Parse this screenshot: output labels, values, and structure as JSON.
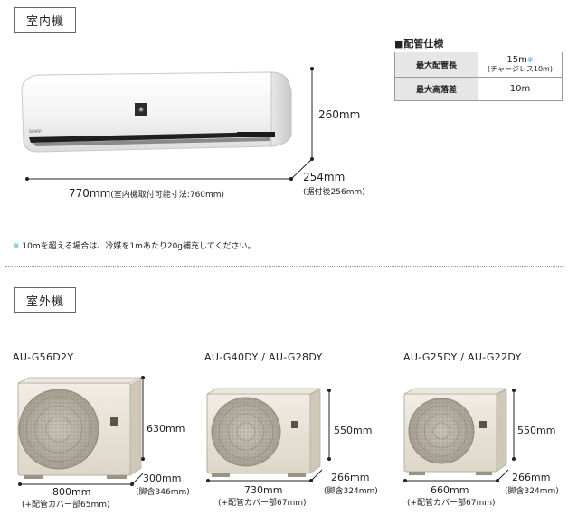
{
  "indoor": {
    "section_label": "室内機",
    "height_dim": "260mm",
    "width_dim": "770mm",
    "width_note": "(室内機取付可能寸法:760mm)",
    "depth_dim": "254mm",
    "depth_note": "(据付後256mm)",
    "brand_text": "SHARP"
  },
  "piping": {
    "title": "■配管仕様",
    "rows": [
      {
        "label": "最大配管長",
        "value": "15m",
        "value_mark": "※",
        "value_sub": "(チャージレス10m)"
      },
      {
        "label": "最大高落差",
        "value": "10m"
      }
    ]
  },
  "note": {
    "mark": "※",
    "text": " 10mを超える場合は、冷媒を1mあたり20g補充してください。"
  },
  "outdoor": {
    "section_label": "室外機",
    "units": [
      {
        "model": "AU-G56D2Y",
        "height": "630mm",
        "width": "800mm",
        "width_note": "(+配管カバー部65mm)",
        "depth": "300mm",
        "depth_note": "(脚含346mm)"
      },
      {
        "model": "AU-G40DY / AU-G28DY",
        "height": "550mm",
        "width": "730mm",
        "width_note": "(+配管カバー部67mm)",
        "depth": "266mm",
        "depth_note": "(脚含324mm)"
      },
      {
        "model": "AU-G25DY / AU-G22DY",
        "height": "550mm",
        "width": "660mm",
        "width_note": "(+配管カバー部67mm)",
        "depth": "266mm",
        "depth_note": "(脚含324mm)"
      }
    ]
  }
}
